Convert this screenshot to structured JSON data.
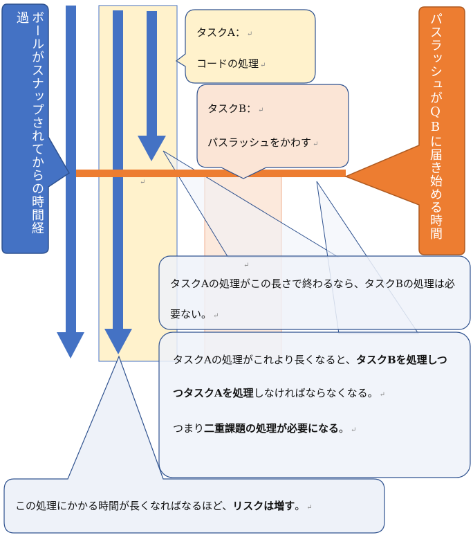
{
  "colors": {
    "blue": "#4472c4",
    "blue_border": "#2f528f",
    "orange": "#ed7d31",
    "orange_border": "#ae5a21",
    "yellow_band": "#fff2cc",
    "yellow_box": "#fff2cc",
    "peach_box": "#fbe5d6",
    "note_fill": "#eef2f9",
    "note_border": "#2f528f"
  },
  "left_banner": {
    "text": "ボールがスナップされてからの時間経過"
  },
  "right_banner": {
    "text": "パスラッシュがQBに届き始める時間"
  },
  "task_a": {
    "title": "タスクA：",
    "body": "コードの処理"
  },
  "task_b": {
    "title": "タスクB：",
    "body": "パスラッシュをかわす"
  },
  "note1": {
    "text": "タスクAの処理がこの長さで終わるなら、タスクBの処理は必要ない。"
  },
  "note2": {
    "p1_a": "タスクAの処理がこれより長くなると、",
    "p1_b": "タスクBを処理しつつタスクAを処理",
    "p1_c": "しなければならなくなる。",
    "p2_a": "つまり",
    "p2_b": "二重課題の処理が必要になる",
    "p2_c": "。"
  },
  "note3": {
    "text_a": "この処理にかかる時間が長くなればなるほど、",
    "text_b": "リスクは増す",
    "text_c": "。"
  },
  "marks": {
    "paragraph": "↵"
  }
}
